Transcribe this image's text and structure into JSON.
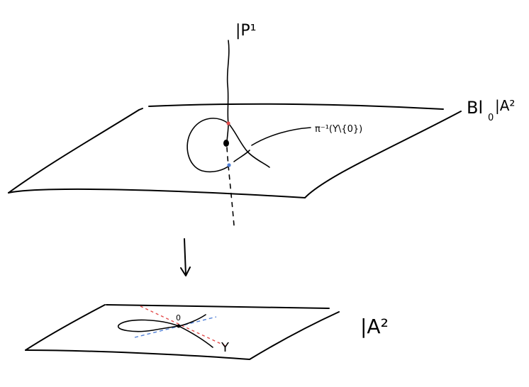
{
  "labels": {
    "p1": "|P¹",
    "blowup_main": "Bl",
    "blowup_sub": "0",
    "blowup_space": "|A²",
    "preimage": "π⁻¹(Y\\{0})",
    "origin": "0",
    "curve_y": "Y",
    "affine_plane": "|A²"
  },
  "colors": {
    "ink": "#000000",
    "red_dot": "#e34b4b",
    "blue_dot": "#4f7fd6"
  }
}
